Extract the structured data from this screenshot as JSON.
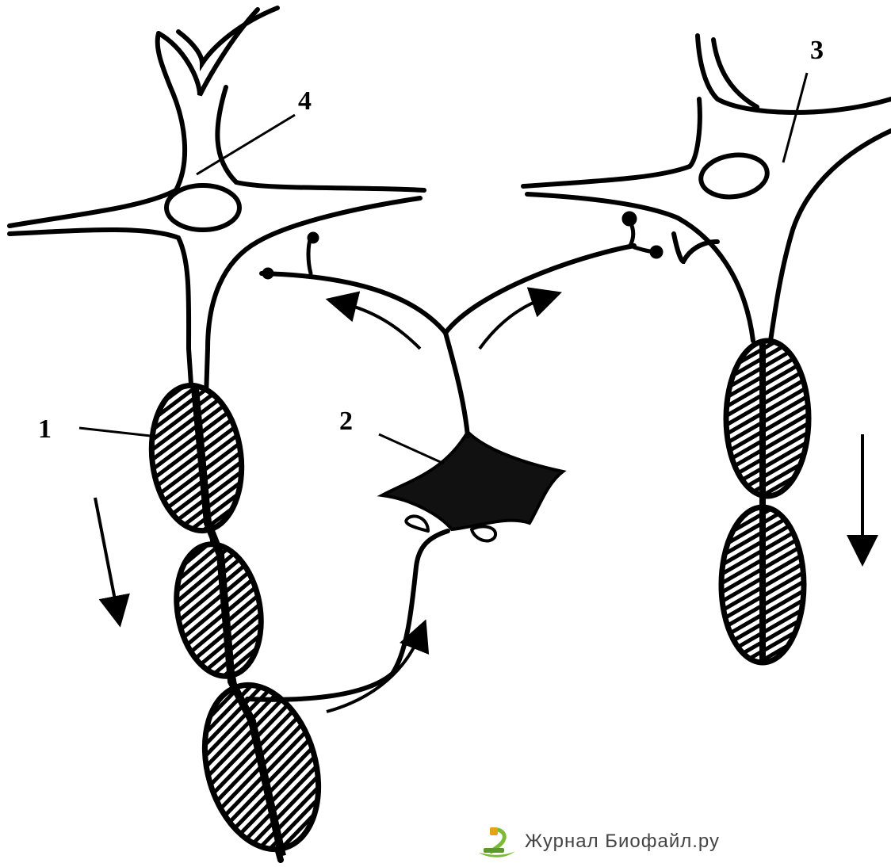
{
  "labels": {
    "label_1": "1",
    "label_2": "2",
    "label_3": "3",
    "label_4": "4"
  },
  "watermark": {
    "text": "Журнал Биофайл.ру",
    "icon": "microscope-logo-icon"
  },
  "colors": {
    "ink": "#000000",
    "background": "#ffffff",
    "logo_green": "#7cbb3a"
  }
}
